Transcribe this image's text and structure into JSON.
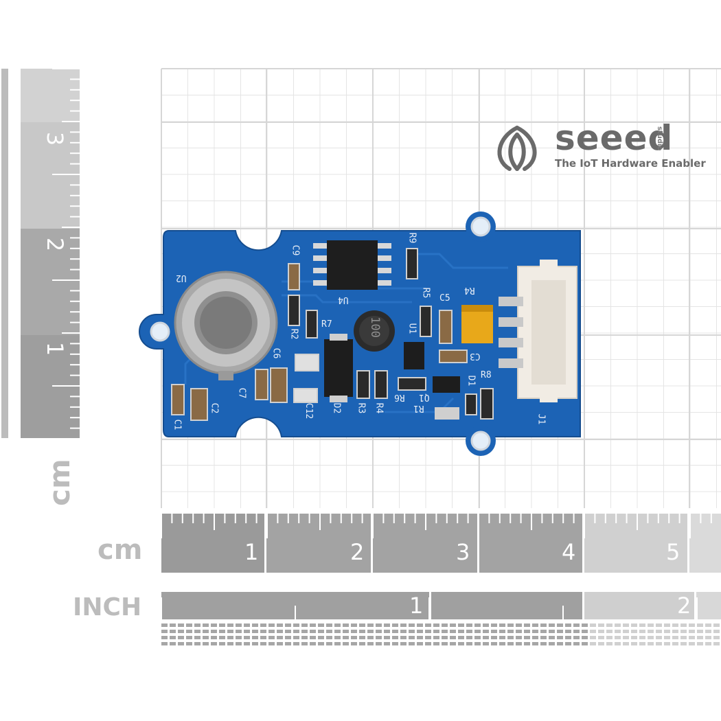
{
  "logo": {
    "brand": "seeed",
    "superscript": "studio",
    "tagline": "The IoT Hardware Enabler",
    "color": "#6a6a6a"
  },
  "vertical_ruler": {
    "ticks": [
      "3",
      "2",
      "1"
    ],
    "unit": "cm"
  },
  "horizontal_ruler_cm": {
    "unit": "cm",
    "ticks": [
      "1",
      "2",
      "3",
      "4",
      "5"
    ]
  },
  "horizontal_ruler_inch": {
    "unit": "INCH",
    "ticks": [
      "1",
      "2"
    ]
  },
  "board": {
    "color": "#1a5fb4",
    "silkscreen": [
      "C9",
      "R9",
      "U2",
      "U4",
      "R5",
      "C5",
      "R4",
      "R7",
      "R2",
      "U1",
      "C6",
      "C3",
      "R8",
      "D1",
      "C7",
      "C2",
      "C1",
      "C12",
      "D2",
      "R3",
      "R1",
      "R6",
      "Q1",
      "J1"
    ],
    "inductor_marking": "100"
  }
}
